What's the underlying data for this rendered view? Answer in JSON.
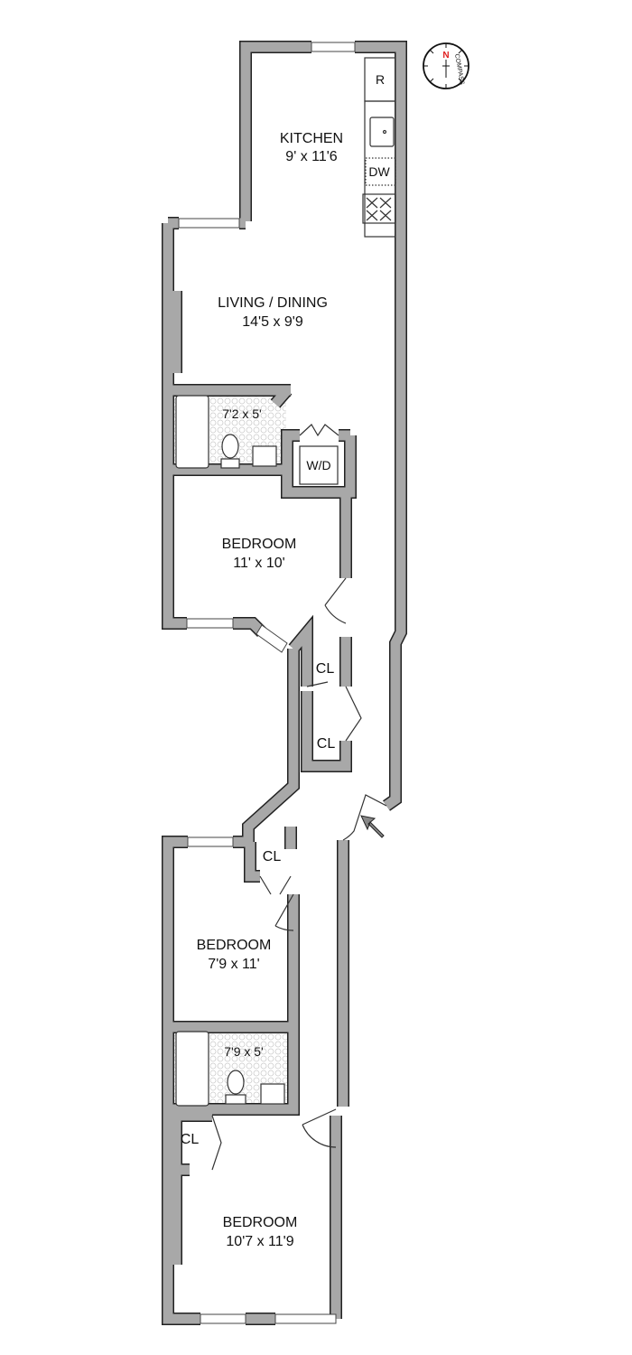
{
  "plan": {
    "compass": {
      "label": "COMPASS",
      "north": "N",
      "north_color": "#e02020"
    },
    "rooms": {
      "kitchen": {
        "name": "KITCHEN",
        "size": "9' x 11'6"
      },
      "living": {
        "name": "LIVING / DINING",
        "size": "14'5 x 9'9"
      },
      "bath1": {
        "size": "7'2 x 5'"
      },
      "wd": {
        "name": "W/D"
      },
      "bedroom1": {
        "name": "BEDROOM",
        "size": "11' x 10'"
      },
      "closet1": {
        "name": "CL"
      },
      "closet2": {
        "name": "CL"
      },
      "closet3": {
        "name": "CL"
      },
      "bedroom2": {
        "name": "BEDROOM",
        "size": "7'9 x 11'"
      },
      "bath2": {
        "size": "7'9 x 5'"
      },
      "closet4": {
        "name": "CL"
      },
      "bedroom3": {
        "name": "BEDROOM",
        "size": "10'7 x 11'9"
      }
    },
    "appliances": {
      "fridge": "R",
      "dishwasher": "DW"
    },
    "colors": {
      "wall": "#a8a8a8",
      "outline": "#222222"
    }
  }
}
